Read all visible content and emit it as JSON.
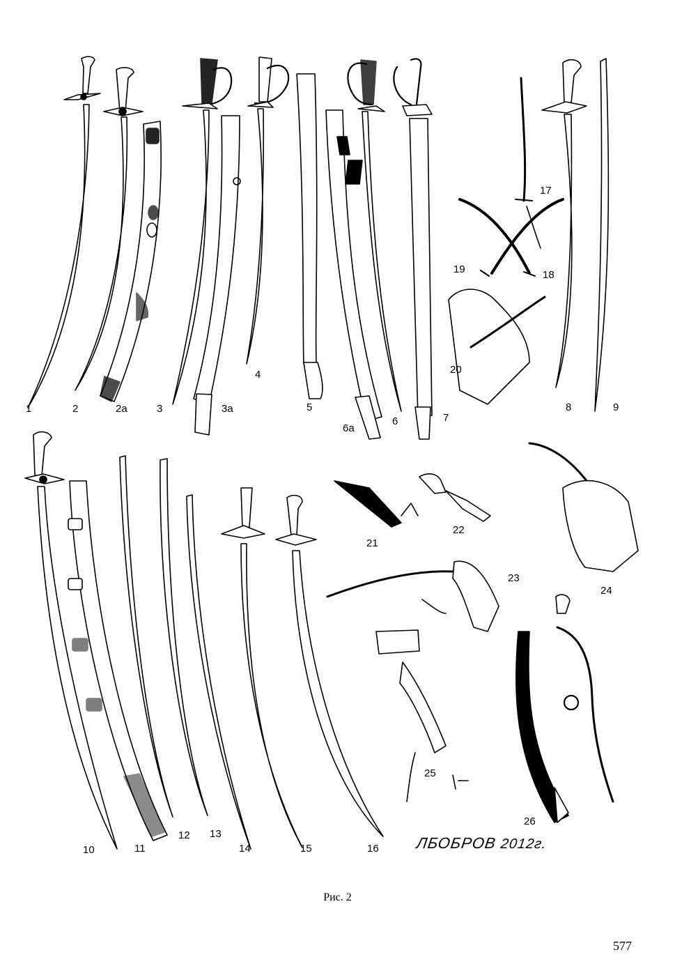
{
  "figure": {
    "caption": "Рис. 2",
    "page_number": "577",
    "signature": {
      "name": "ЛБОБРОВ",
      "year": "2012г."
    },
    "labels": [
      "1",
      "2",
      "2а",
      "3",
      "3а",
      "4",
      "5",
      "6а",
      "6",
      "7",
      "8",
      "9",
      "10",
      "11",
      "12",
      "13",
      "14",
      "15",
      "16",
      "17",
      "18",
      "19",
      "20",
      "21",
      "22",
      "23",
      "24",
      "25",
      "26"
    ]
  }
}
